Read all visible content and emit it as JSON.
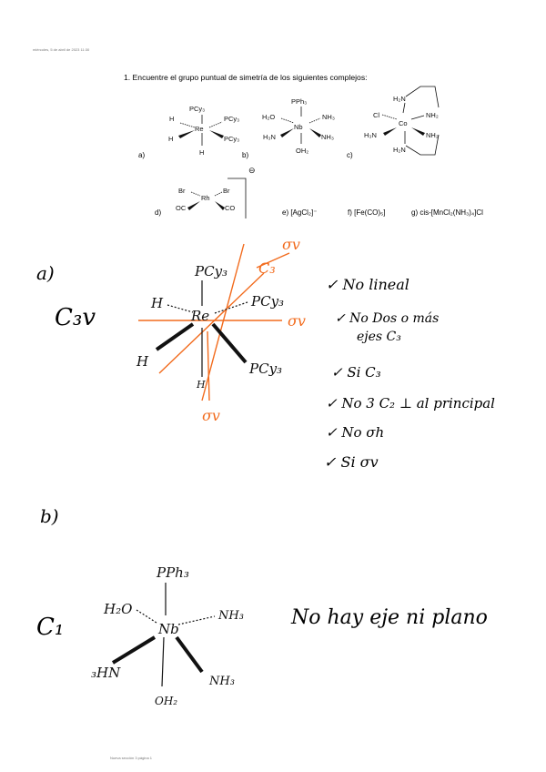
{
  "header": {
    "datetime": "miércoles, 5 de abril de 2023    11:30"
  },
  "footer": {
    "page_label": "Nueva sección 3 página 1"
  },
  "question": {
    "text": "1.   Encuentre el grupo puntual de simetría de los siguientes complejos:",
    "labels": {
      "a": "a)",
      "b": "b)",
      "c": "c)",
      "d": "d)"
    },
    "items_text": {
      "e": "e) [AgCl₂]⁻",
      "f": "f) [Fe(CO)₅]",
      "g": "g) cis-[MnCl₂(NH₃)₄]Cl"
    }
  },
  "complex_a": {
    "top": "PCy₃",
    "center": "Re",
    "upper_left": "H",
    "upper_right": "PCy₃",
    "lower_left": "H",
    "lower_right": "PCy₃",
    "bottom": "H"
  },
  "complex_b": {
    "top": "PPh₃",
    "center": "Nb",
    "upper_left": "H₂O",
    "upper_right": "NH₃",
    "lower_left": "H₃N",
    "lower_right": "NH₃",
    "bottom": "OH₂"
  },
  "complex_c": {
    "center": "Co",
    "left": "Cl",
    "top_left": "H₂N",
    "right_top": "NH₂",
    "lower_left": "H₃N",
    "right_bottom": "NH₂",
    "bottom_left": "H₂N"
  },
  "complex_d": {
    "center": "Rh",
    "upper_left": "Br",
    "upper_right": "Br",
    "lower_left": "OC",
    "lower_right": "CO",
    "charge": "⊖"
  },
  "answer_a": {
    "label": "a)",
    "group": "C₃v",
    "drawing": {
      "center": "Re",
      "top": "PCy₃",
      "upper_left": "H",
      "upper_right": "PCy₃",
      "lower_left": "H",
      "lower_right": "PCy₃",
      "bottom": "H",
      "axis_c3": "C₃",
      "plane_top": "σv",
      "plane_right": "σv",
      "plane_bottom": "σv"
    },
    "checklist": [
      "✓ No lineal",
      "✓ No Dos o más",
      "ejes C₃",
      "✓ Si C₃",
      "✓ No  3 C₂ ⊥ al principal",
      "✓ No  σh",
      "✓ Si  σv"
    ]
  },
  "answer_b": {
    "label": "b)",
    "group": "C₁",
    "drawing": {
      "center": "Nb",
      "top": "PPh₃",
      "upper_left": "H₂O",
      "upper_right": "NH₃",
      "lower_left": "₃HN",
      "lower_right": "NH₃",
      "bottom": "OH₂"
    },
    "note": "No hay eje ni plano"
  },
  "colors": {
    "ink": "#111111",
    "orange": "#f26b1d"
  }
}
